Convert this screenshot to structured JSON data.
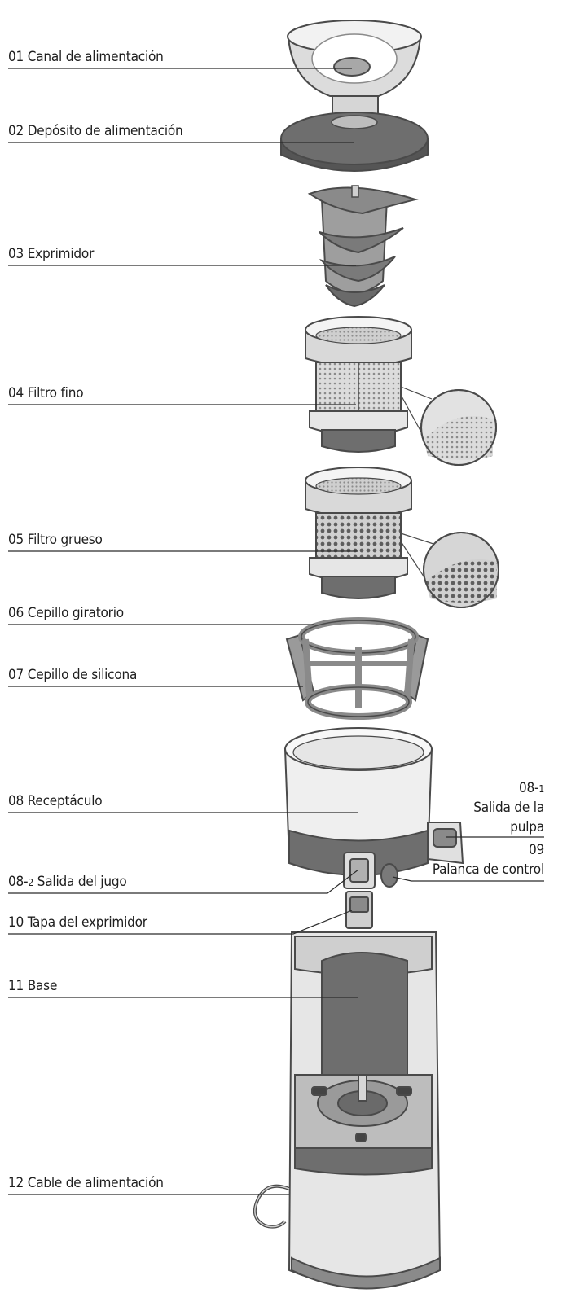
{
  "labels": {
    "feed_chute": "01 Canal de alimentación",
    "feed_tray": "02 Depósito de alimentación",
    "auger": "03 Exprimidor",
    "fine_filter": "04 Filtro fino",
    "coarse_filter": "05 Filtro grueso",
    "rotating_brush": "06 Cepillo giratorio",
    "silicone_brush": "07 Cepillo de silicona",
    "receptacle": "08 Receptáculo",
    "pulp_outlet_num_a": "08-",
    "pulp_outlet_num_b": "1",
    "pulp_outlet_line1": "Salida de la",
    "pulp_outlet_line2": "pulpa",
    "control_lever_num": "09",
    "control_lever": "Palanca de control",
    "juice_outlet_num_a": "08-",
    "juice_outlet_num_b": "2",
    "juice_outlet": "Salida del jugo",
    "juicer_cap": "10 Tapa del exprimidor",
    "base": "11 Base",
    "power_cable": "12 Cable de alimentación"
  },
  "colors": {
    "line": "#2b2b2b",
    "outline": "#4a4a4a",
    "light_part": "#e6e6e6",
    "mid_part": "#bdbdbd",
    "dark_part": "#6e6e6e"
  }
}
